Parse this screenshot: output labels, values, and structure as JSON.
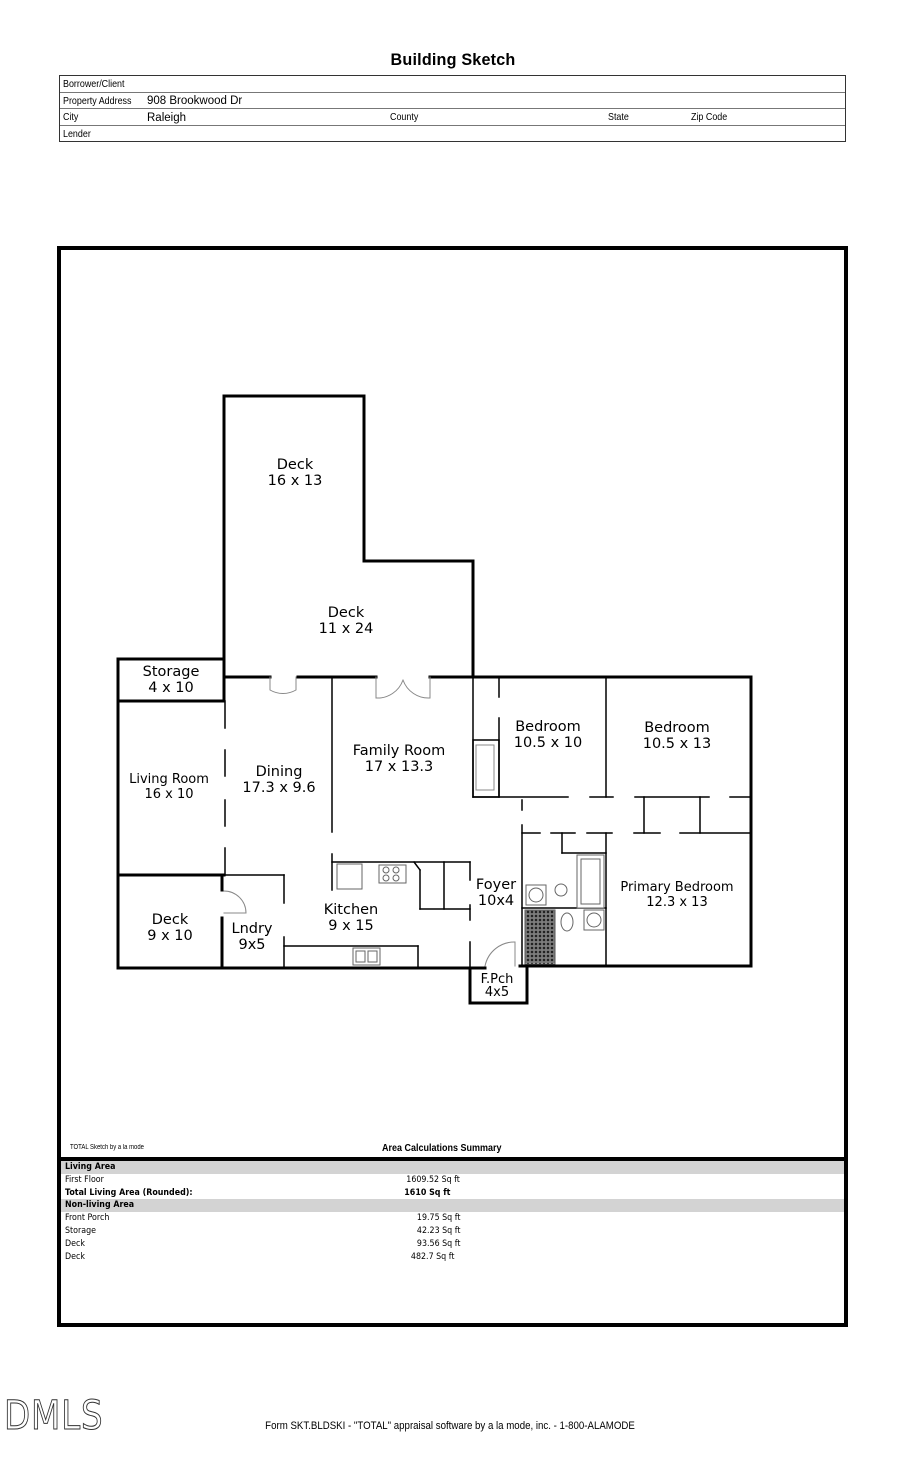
{
  "document": {
    "title": "Building Sketch"
  },
  "header_table": {
    "borrower_label": "Borrower/Client",
    "borrower_value": "",
    "address_label": "Property Address",
    "address_value": "908 Brookwood Dr",
    "city_label": "City",
    "city_value": "Raleigh",
    "county_label": "County",
    "county_value": "",
    "state_label": "State",
    "state_value": "",
    "zip_label": "Zip Code",
    "zip_value": "",
    "lender_label": "Lender",
    "lender_value": ""
  },
  "floorplan": {
    "rooms": [
      {
        "name": "Deck",
        "dims": "16 x 13"
      },
      {
        "name": "Deck",
        "dims": "11 x 24"
      },
      {
        "name": "Storage",
        "dims": "4 x 10"
      },
      {
        "name": "Living Room",
        "dims": "16 x 10"
      },
      {
        "name": "Dining",
        "dims": "17.3 x 9.6"
      },
      {
        "name": "Family Room",
        "dims": "17 x 13.3"
      },
      {
        "name": "Bedroom",
        "dims": "10.5 x 10"
      },
      {
        "name": "Bedroom",
        "dims": "10.5 x 13"
      },
      {
        "name": "Deck",
        "dims": "9 x 10"
      },
      {
        "name": "Lndry",
        "dims": "9x5"
      },
      {
        "name": "Kitchen",
        "dims": "9 x 15"
      },
      {
        "name": "Foyer",
        "dims": "10x4"
      },
      {
        "name": "Primary Bedroom",
        "dims": "12.3 x 13"
      },
      {
        "name": "F.Pch",
        "dims": "4x5"
      }
    ]
  },
  "summary": {
    "credit": "TOTAL Sketch by a la mode",
    "title": "Area Calculations Summary",
    "living_header": "Living Area",
    "living_rows": [
      {
        "label": "First Floor",
        "value": "1609.52 Sq ft"
      }
    ],
    "total_label": "Total Living Area (Rounded):",
    "total_value": "1610 Sq ft",
    "nonliving_header": "Non-living Area",
    "nonliving_rows": [
      {
        "label": "Front Porch",
        "value": "19.75 Sq ft"
      },
      {
        "label": "Storage",
        "value": "42.23 Sq ft"
      },
      {
        "label": "Deck",
        "value": "93.56 Sq ft"
      },
      {
        "label": "Deck",
        "value": "482.7 Sq ft"
      }
    ]
  },
  "footer": {
    "watermark": "DMLS",
    "form_text": "Form SKT.BLDSKI - \"TOTAL\" appraisal software by a la mode, inc. - 1-800-ALAMODE"
  }
}
